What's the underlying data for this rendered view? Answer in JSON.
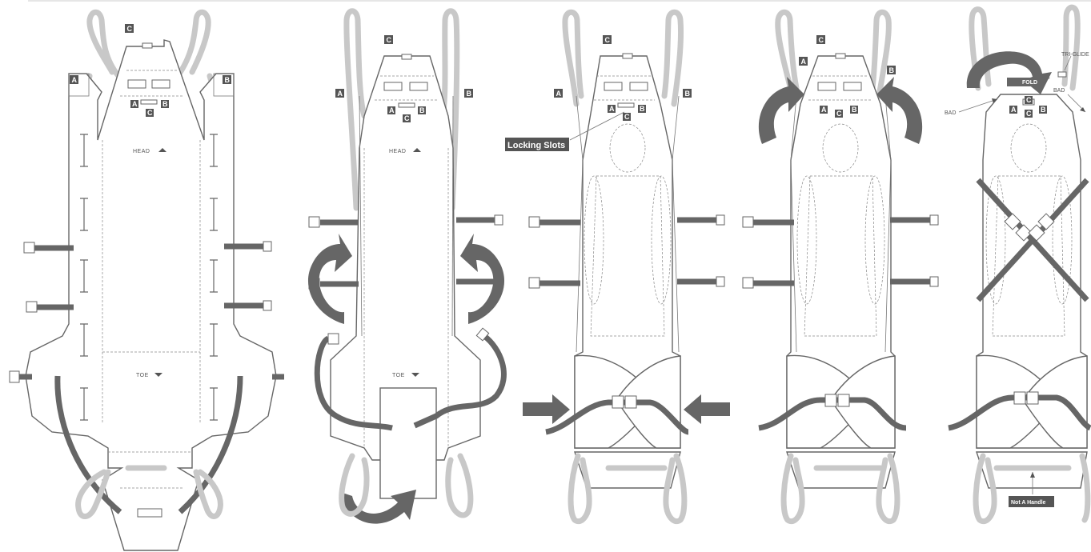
{
  "labels": {
    "a": "A",
    "b": "B",
    "c": "C",
    "head": "HEAD",
    "toe": "TOE",
    "locking_slots": "Locking Slots",
    "fold": "FOLD",
    "tri_glide": "TRI-GLIDE",
    "bad": "BAD",
    "not_a_handle": "Not A Handle"
  },
  "colors": {
    "outline": "#666666",
    "strap": "#666666",
    "handle_loop": "#c8c8c8",
    "label_bg": "#555555"
  },
  "icons": [
    "rotate-arrow-icon",
    "push-arrow-icon",
    "fold-arrow-icon",
    "buckle-icon"
  ]
}
